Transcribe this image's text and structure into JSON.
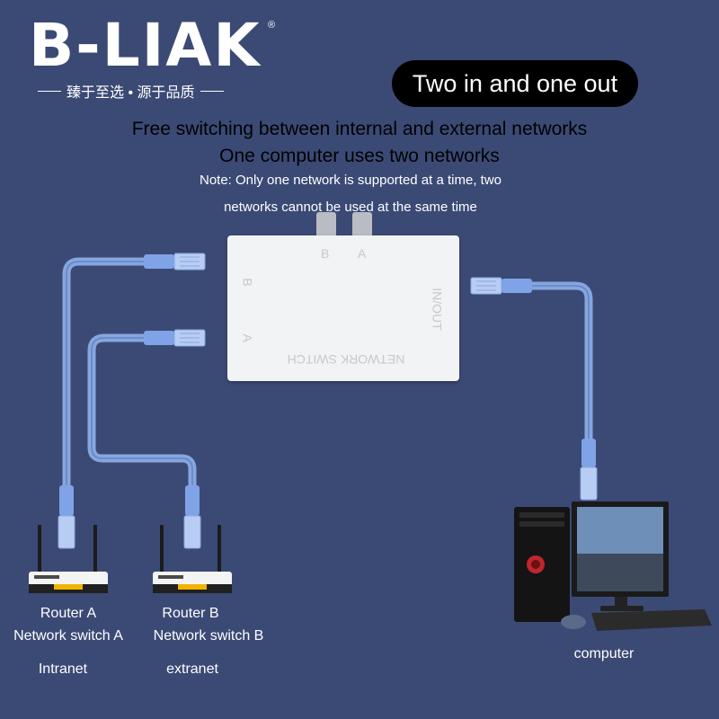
{
  "brand": {
    "logo_text": "B-LIAK",
    "registered": "®",
    "tagline": "臻于至选 • 源于品质"
  },
  "badge": {
    "label": "Two in and one out"
  },
  "headline": {
    "line1": "Free switching between internal and external networks",
    "line2": "One computer uses two networks"
  },
  "note": {
    "line1": "Note: Only one network is supported at a time, two",
    "line2": "networks cannot be used at the same time"
  },
  "device": {
    "name": "NETWORK SWITCH",
    "port_b": "B",
    "port_a": "A",
    "port_io": "IN/OUT",
    "top_b": "B",
    "top_a": "A"
  },
  "router_a": {
    "name": "Router A",
    "type": "Network switch A",
    "network": "Intranet"
  },
  "router_b": {
    "name": "Router B",
    "type": "Network switch B",
    "network": "extranet"
  },
  "computer": {
    "label": "computer"
  },
  "colors": {
    "background": "#3b4a75",
    "cable": "#8fb0ea",
    "badge": "#000000"
  }
}
